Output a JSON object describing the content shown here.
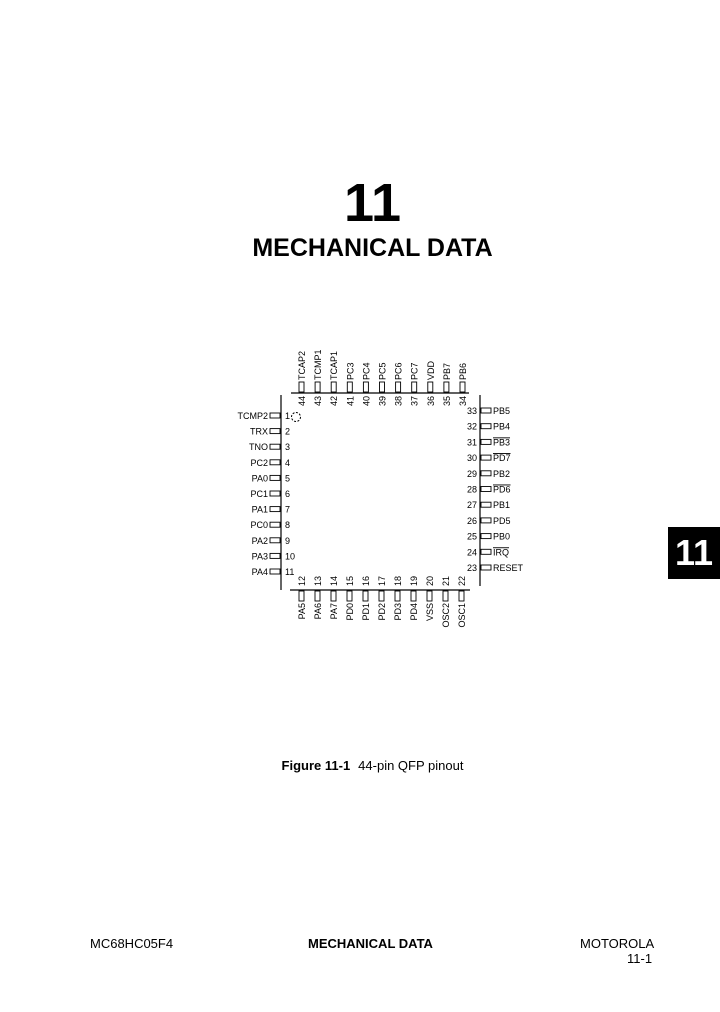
{
  "chapter": {
    "number": "11",
    "title": "MECHANICAL DATA"
  },
  "tab": "11",
  "figure": {
    "label": "Figure 11-1",
    "caption": "44-pin QFP pinout",
    "pins": {
      "left": [
        [
          "1",
          "TCMP2"
        ],
        [
          "2",
          "TRX"
        ],
        [
          "3",
          "TNO"
        ],
        [
          "4",
          "PC2"
        ],
        [
          "5",
          "PA0"
        ],
        [
          "6",
          "PC1"
        ],
        [
          "7",
          "PA1"
        ],
        [
          "8",
          "PC0"
        ],
        [
          "9",
          "PA2"
        ],
        [
          "10",
          "PA3"
        ],
        [
          "11",
          "PA4"
        ]
      ],
      "bottom": [
        [
          "12",
          "PA5"
        ],
        [
          "13",
          "PA6"
        ],
        [
          "14",
          "PA7"
        ],
        [
          "15",
          "PD0"
        ],
        [
          "16",
          "PD1"
        ],
        [
          "17",
          "PD2"
        ],
        [
          "18",
          "PD3"
        ],
        [
          "19",
          "PD4"
        ],
        [
          "20",
          "VSS"
        ],
        [
          "21",
          "OSC2"
        ],
        [
          "22",
          "OSC1"
        ]
      ],
      "right": [
        [
          "23",
          "RESET"
        ],
        [
          "24",
          "IRQ",
          true
        ],
        [
          "25",
          "PB0"
        ],
        [
          "26",
          "PD5"
        ],
        [
          "27",
          "PB1"
        ],
        [
          "28",
          "PD6",
          true
        ],
        [
          "29",
          "PB2"
        ],
        [
          "30",
          "PD7",
          true
        ],
        [
          "31",
          "PB3",
          true
        ],
        [
          "32",
          "PB4"
        ],
        [
          "33",
          "PB5"
        ]
      ],
      "top": [
        [
          "34",
          "PB6"
        ],
        [
          "35",
          "PB7"
        ],
        [
          "36",
          "VDD"
        ],
        [
          "37",
          "PC7"
        ],
        [
          "38",
          "PC6"
        ],
        [
          "39",
          "PC5"
        ],
        [
          "40",
          "PC4"
        ],
        [
          "41",
          "PC3"
        ],
        [
          "42",
          "TCAP1"
        ],
        [
          "43",
          "TCMP1"
        ],
        [
          "44",
          "TCAP2"
        ]
      ]
    }
  },
  "footer": {
    "left": "MC68HC05F4",
    "center": "MECHANICAL DATA",
    "right": "MOTOROLA",
    "page": "11-1"
  }
}
